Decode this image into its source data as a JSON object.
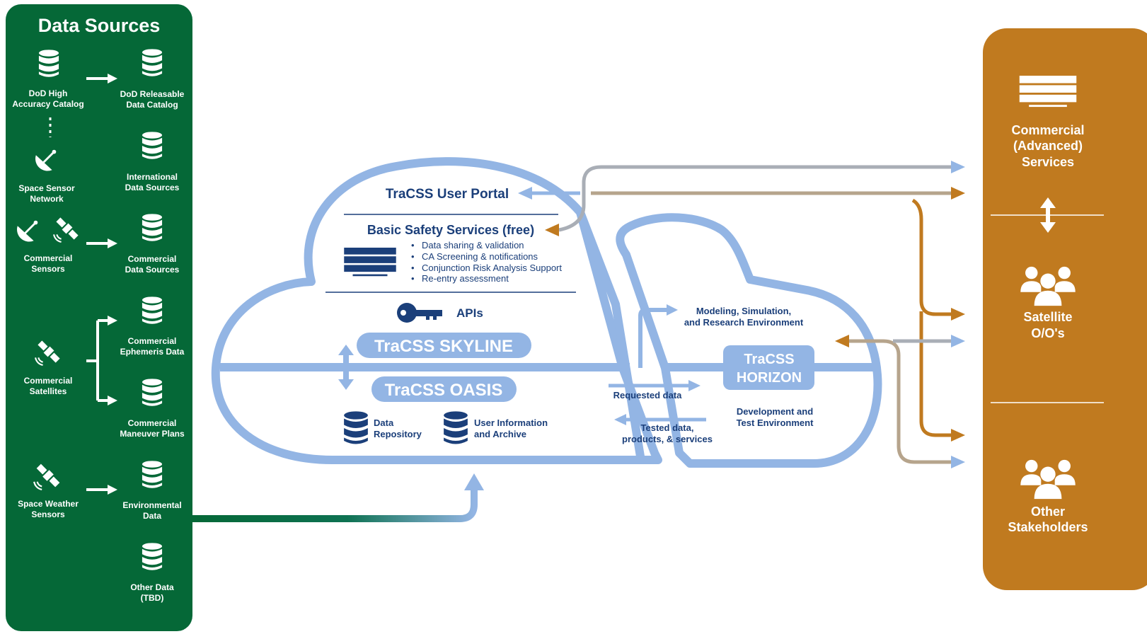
{
  "colors": {
    "green": "#056837",
    "orange": "#c07a1f",
    "cloud": "#93b5e4",
    "navy": "#1b3f7a",
    "gray_arrow": "#b0a79c"
  },
  "data_sources": {
    "title": "Data Sources",
    "items": [
      {
        "line1": "DoD High",
        "line2": "Accuracy Catalog",
        "icon": "database-icon"
      },
      {
        "line1": "DoD Releasable",
        "line2": "Data Catalog",
        "icon": "database-icon"
      },
      {
        "line1": "Space Sensor",
        "line2": "Network",
        "icon": "satellite-dish-icon"
      },
      {
        "line1": "International",
        "line2": "Data Sources",
        "icon": "database-icon"
      },
      {
        "line1": "Commercial",
        "line2": "Sensors",
        "icon": "satellite-dish-icon"
      },
      {
        "line1": "Commercial",
        "line2": "Data Sources",
        "icon": "database-icon"
      },
      {
        "line1": "Commercial",
        "line2": "Satellites",
        "icon": "satellite-icon"
      },
      {
        "line1": "Commercial",
        "line2": "Ephemeris Data",
        "icon": "database-icon"
      },
      {
        "line1": "Commercial",
        "line2": "Maneuver Plans",
        "icon": "database-icon"
      },
      {
        "line1": "Space Weather",
        "line2": "Sensors",
        "icon": "satellite-icon"
      },
      {
        "line1": "Environmental",
        "line2": "Data",
        "icon": "database-icon"
      },
      {
        "line1": "Other Data",
        "line2": "(TBD)",
        "icon": "database-icon"
      }
    ]
  },
  "cloud": {
    "user_portal": "TraCSS User Portal",
    "basic_safety": "Basic Safety Services (free)",
    "bullets": [
      "Data sharing & validation",
      "CA Screening & notifications",
      "Conjunction Risk Analysis Support",
      "Re-entry assessment"
    ],
    "apis": "APIs",
    "skyline": "TraCSS SKYLINE",
    "oasis": "TraCSS OASIS",
    "data_repository": [
      "Data",
      "Repository"
    ],
    "user_info": [
      "User Information",
      "and Archive"
    ]
  },
  "horizon": {
    "title_line1": "TraCSS",
    "title_line2": "HORIZON",
    "modeling": [
      "Modeling, Simulation,",
      "and Research Environment"
    ],
    "requested": "Requested data",
    "tested": [
      "Tested data,",
      "products, & services"
    ],
    "dev": [
      "Development and",
      "Test Environment"
    ]
  },
  "stakeholders": {
    "commercial": [
      "Commercial",
      "(Advanced)",
      "Services"
    ],
    "satellite": [
      "Satellite",
      "O/O's"
    ],
    "other": [
      "Other",
      "Stakeholders"
    ]
  }
}
